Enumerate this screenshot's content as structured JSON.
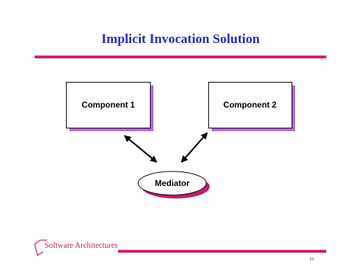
{
  "slide": {
    "title": "Implicit Invocation Solution",
    "accent_color": "#e0187a",
    "title_color": "#2a2ac8",
    "shadow_color": "#b06ad8"
  },
  "diagram": {
    "nodes": [
      {
        "id": "component-1",
        "label": "Component 1",
        "shape": "rectangle"
      },
      {
        "id": "component-2",
        "label": "Component 2",
        "shape": "rectangle"
      },
      {
        "id": "mediator",
        "label": "Mediator",
        "shape": "ellipse"
      }
    ],
    "edges": [
      {
        "from": "component-1",
        "to": "mediator",
        "direction": "bidirectional"
      },
      {
        "from": "component-2",
        "to": "mediator",
        "direction": "bidirectional"
      }
    ]
  },
  "footer": {
    "text": "Software Architectures",
    "page_number": "16",
    "logo_icon": "bracket-logo-icon"
  }
}
